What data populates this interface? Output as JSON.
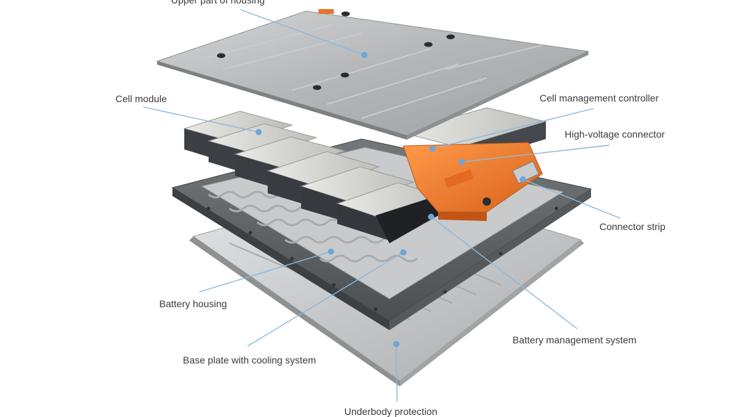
{
  "diagram": {
    "labels": {
      "upper_housing": "Upper part of housing",
      "cell_module": "Cell module",
      "cell_management_controller": "Cell management controller",
      "high_voltage_connector": "High-voltage connector",
      "connector_strip": "Connector strip",
      "battery_housing": "Battery housing",
      "base_plate": "Base plate with cooling system",
      "battery_management_system": "Battery management system",
      "underbody_protection": "Underbody protection"
    },
    "colors": {
      "leader_line": "#8db8dc",
      "leader_dot": "#6ea6d6",
      "label_text": "#3a3a3a",
      "housing_lid": "#b9bbbd",
      "cell_module_top": "#d9d9d6",
      "cell_module_side": "#3c3f43",
      "orange_harness": "#f07c2c",
      "housing_tray": "#5c6063",
      "underbody": "#c9cacb"
    }
  }
}
